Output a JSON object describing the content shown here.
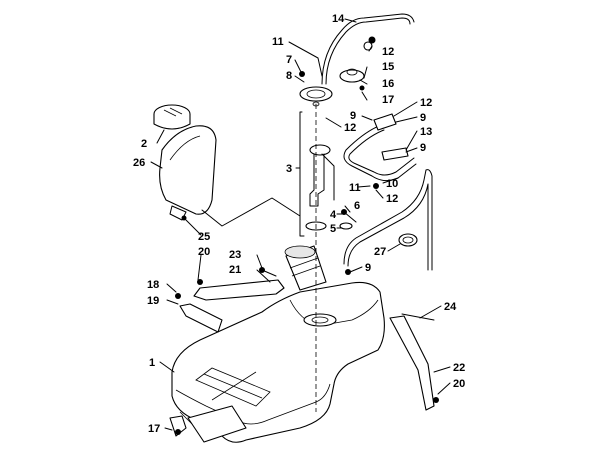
{
  "callouts": [
    {
      "id": "c14",
      "label": "14"
    },
    {
      "id": "c11a",
      "label": "11"
    },
    {
      "id": "c12a",
      "label": "12"
    },
    {
      "id": "c7",
      "label": "7"
    },
    {
      "id": "c15",
      "label": "15"
    },
    {
      "id": "c8",
      "label": "8"
    },
    {
      "id": "c16",
      "label": "16"
    },
    {
      "id": "c17a",
      "label": "17"
    },
    {
      "id": "c9a",
      "label": "9"
    },
    {
      "id": "c12b",
      "label": "12"
    },
    {
      "id": "c12c",
      "label": "12"
    },
    {
      "id": "c9b",
      "label": "9"
    },
    {
      "id": "c13",
      "label": "13"
    },
    {
      "id": "c2",
      "label": "2"
    },
    {
      "id": "c9c",
      "label": "9"
    },
    {
      "id": "c3",
      "label": "3"
    },
    {
      "id": "c26",
      "label": "26"
    },
    {
      "id": "c10",
      "label": "10"
    },
    {
      "id": "c11b",
      "label": "11"
    },
    {
      "id": "c12d",
      "label": "12"
    },
    {
      "id": "c6",
      "label": "6"
    },
    {
      "id": "c4",
      "label": "4"
    },
    {
      "id": "c5",
      "label": "5"
    },
    {
      "id": "c25",
      "label": "25"
    },
    {
      "id": "c20a",
      "label": "20"
    },
    {
      "id": "c27",
      "label": "27"
    },
    {
      "id": "c23",
      "label": "23"
    },
    {
      "id": "c21",
      "label": "21"
    },
    {
      "id": "c9d",
      "label": "9"
    },
    {
      "id": "c18",
      "label": "18"
    },
    {
      "id": "c19",
      "label": "19"
    },
    {
      "id": "c24",
      "label": "24"
    },
    {
      "id": "c1",
      "label": "1"
    },
    {
      "id": "c22",
      "label": "22"
    },
    {
      "id": "c20b",
      "label": "20"
    },
    {
      "id": "c17b",
      "label": "17"
    }
  ]
}
